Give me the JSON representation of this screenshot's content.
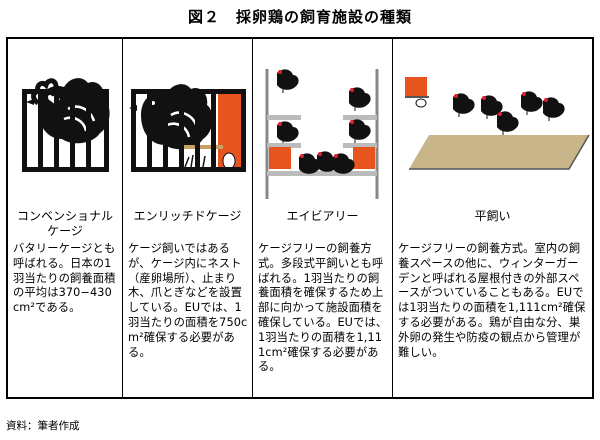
{
  "title": "図２　採卵鶏の飼育施設の種類",
  "columns": [
    {
      "name": "コンベンショナル\nケージ",
      "description": "バタリーケージとも呼ばれる。日本の1羽当たりの飼養面積の平均は370−430 cm²である。"
    },
    {
      "name": "エンリッチドケージ",
      "description": "ケージ飼いではあるが、ケージ内にネスト（産卵場所）、止まり木、爪とぎなどを設置している。EUでは、1羽当たりの面積を750cm²確保する必要がある。"
    },
    {
      "name": "エイビアリー",
      "description": "ケージフリーの飼養方式。多段式平飼いとも呼ばれる。1羽当たりの飼養面積を確保するため上部に向かって施設面積を確保している。EUでは、1羽当たりの面積を1,111cm²確保する必要がある。"
    },
    {
      "name": "平飼い",
      "description": "ケージフリーの飼養方式。室内の飼養スペースの他に、ウィンターガーデンと呼ばれる屋根付きの外部スペースがついていることもある。EUでは1羽当たりの面積を1,111cm²確保する必要がある。鶏が自由な分、巣外卵の発生や防疫の観点から管理が難しい。"
    }
  ],
  "source": "資料：筆者作成",
  "colors": {
    "accent": "#e8541e",
    "floor": "#c8b58a",
    "ink": "#000000"
  },
  "icons": [
    "rooster-icon",
    "hen-icon",
    "cage-bars",
    "nest-box",
    "egg-icon",
    "perch"
  ]
}
